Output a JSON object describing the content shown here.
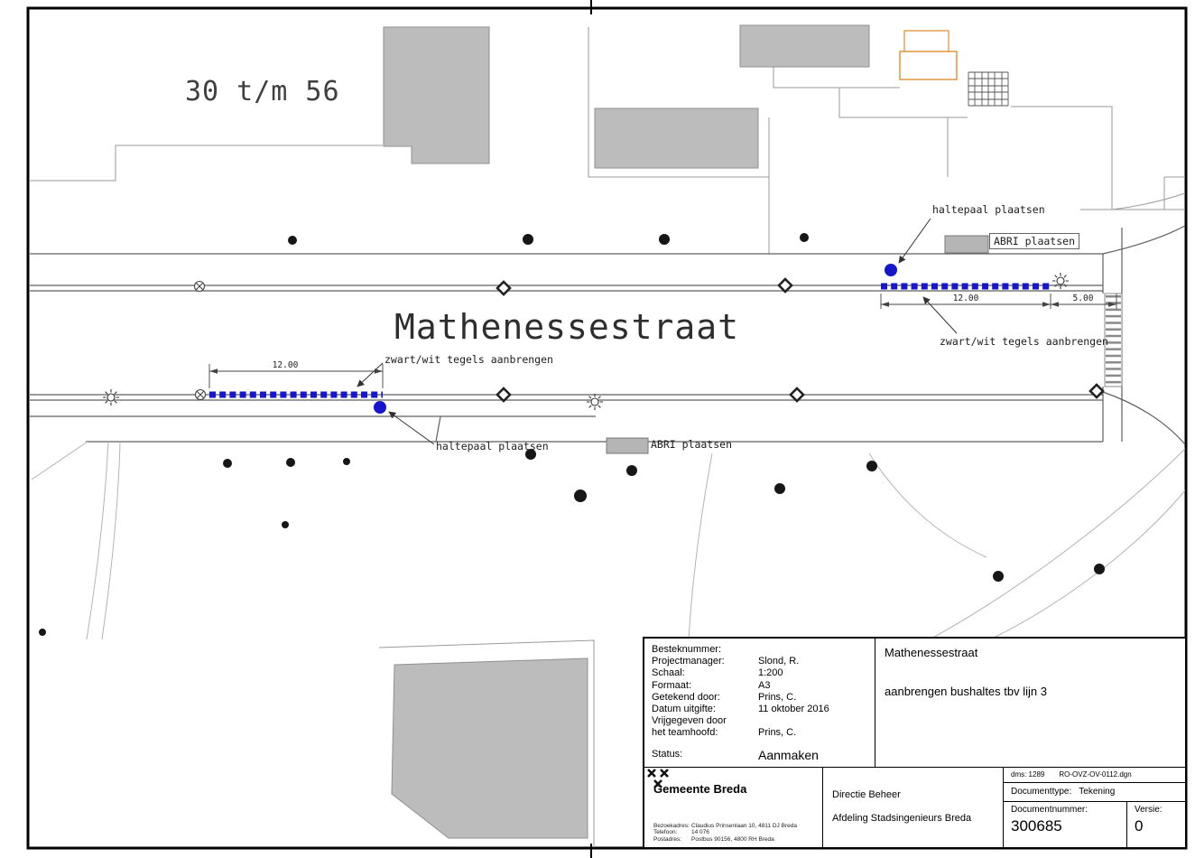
{
  "drawing": {
    "house_numbers": "30 t/m 56",
    "street_name": "Mathenessestraat",
    "labels": {
      "haltepaal_top": "haltepaal plaatsen",
      "abri_top": "ABRI plaatsen",
      "tegels_top": "zwart/wit tegels aanbrengen",
      "dim_top_12": "12.00",
      "dim_top_5": "5.00",
      "dim_bottom_12": "12.00",
      "tegels_bottom": "zwart/wit tegels aanbrengen",
      "haltepaal_bottom": "haltepaal plaatsen",
      "abri_bottom": "ABRI plaatsen"
    },
    "colors": {
      "halte_blue": "#1616cd",
      "building_gray": "#bcbcbc",
      "accent_orange": "#dd8f2f"
    }
  },
  "title_block": {
    "fields": [
      {
        "label": "Besteknummer:",
        "value": ""
      },
      {
        "label": "Projectmanager:",
        "value": "Slond, R."
      },
      {
        "label": "Schaal:",
        "value": "1:200"
      },
      {
        "label": "Formaat:",
        "value": "A3"
      },
      {
        "label": "Getekend door:",
        "value": "Prins, C."
      },
      {
        "label": "Datum uitgifte:",
        "value": "11 oktober 2016"
      },
      {
        "label": "Vrijgegeven door",
        "value": ""
      },
      {
        "label": "het teamhoofd:",
        "value": "Prins, C."
      },
      {
        "label": "Status:",
        "value": "Aanmaken"
      }
    ],
    "project": {
      "line1": "Mathenessestraat",
      "line2": "aanbrengen bushaltes tbv lijn 3"
    },
    "organization": "Gemeente Breda",
    "department_line1": "Directie Beheer",
    "department_line2": "Afdeling Stadsingenieurs Breda",
    "dms": "dms: 1289",
    "file_ref": "RO-OVZ-OV-0112.dgn",
    "documenttype_label": "Documenttype:",
    "documenttype_value": "Tekening",
    "documentnummer_label": "Documentnummer:",
    "documentnummer_value": "300685",
    "versie_label": "Versie:",
    "versie_value": "0",
    "address": [
      {
        "label": "Bezoekadres:",
        "value": "Claudius Prinsenlaan 10, 4811 DJ Breda"
      },
      {
        "label": "Telefoon:",
        "value": "14 076"
      },
      {
        "label": "Postadres:",
        "value": "Postbus 90156, 4800 RH Breda"
      }
    ]
  }
}
